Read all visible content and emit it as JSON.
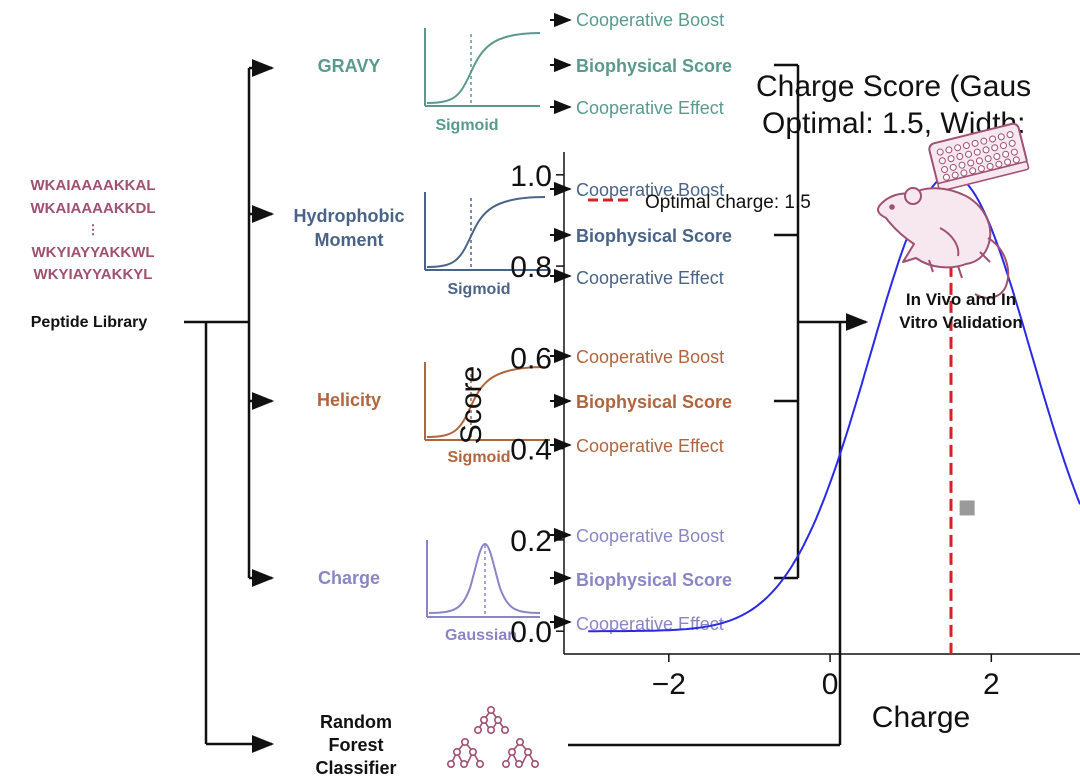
{
  "colors": {
    "peptide": "#a05070",
    "gravy": "#5a9a8e",
    "hydro": "#4a6488",
    "helicity": "#b0653e",
    "charge": "#8a86c6",
    "tree": "#a05070",
    "curve": "#2a2ae6",
    "optimal_line": "#d62222",
    "black": "#111111"
  },
  "peptides": [
    "WKAIAAAAKKAL",
    "WKAIAAAAKKDL",
    "⋮",
    "WKYIAYYAKKWL",
    "WKYIAYYAKKYL"
  ],
  "library_label": "Peptide Library",
  "features": [
    {
      "name": "GRAVY",
      "curve_label": "Sigmoid",
      "color_key": "gravy",
      "outputs": [
        "Cooperative Boost",
        "Biophysical Score",
        "Cooperative Effect"
      ]
    },
    {
      "name": "Hydrophobic Moment",
      "name_lines": [
        "Hydrophobic",
        "Moment"
      ],
      "curve_label": "Sigmoid",
      "color_key": "hydro",
      "outputs": [
        "Cooperative Boost",
        "Biophysical Score",
        "Cooperative Effect"
      ]
    },
    {
      "name": "Helicity",
      "curve_label": "Sigmoid",
      "color_key": "helicity",
      "outputs": [
        "Cooperative Boost",
        "Biophysical Score",
        "Cooperative Effect"
      ]
    },
    {
      "name": "Charge",
      "curve_label": "Gaussian",
      "color_key": "charge",
      "outputs": [
        "Cooperative Boost",
        "Biophysical Score",
        "Cooperative Effect"
      ]
    }
  ],
  "classifier_lines": [
    "Random",
    "Forest",
    "Classifier"
  ],
  "validation_lines": [
    "In Vivo and In",
    "Vitro Validation"
  ],
  "icons": {
    "plate": "well-plate-icon",
    "mouse": "mouse-icon",
    "tree": "decision-tree-icon"
  },
  "chart_data": {
    "type": "line",
    "title_lines": [
      "Charge Score (Gaus",
      "Optimal: 1.5, Width:"
    ],
    "xlabel": "Charge",
    "ylabel": "Score",
    "xlim": [
      -3.3,
      3.1
    ],
    "ylim": [
      -0.05,
      1.05
    ],
    "xticks": [
      -2,
      0,
      2
    ],
    "yticks": [
      0.0,
      0.2,
      0.4,
      0.6,
      0.8,
      1.0
    ],
    "ytick_labels": [
      "0.0",
      "0.2",
      "0.4",
      "0.6",
      "0.8",
      "1.0"
    ],
    "series": [
      {
        "type": "gaussian",
        "center": 1.5,
        "width": 1.0,
        "x_range": [
          -3.0,
          3.1
        ]
      }
    ],
    "optimal_x": 1.5,
    "legend": {
      "label": "Optimal charge: 1.5",
      "placement": "top-left"
    },
    "marker": {
      "x": 1.7,
      "y": 0.27
    },
    "grid": false
  }
}
